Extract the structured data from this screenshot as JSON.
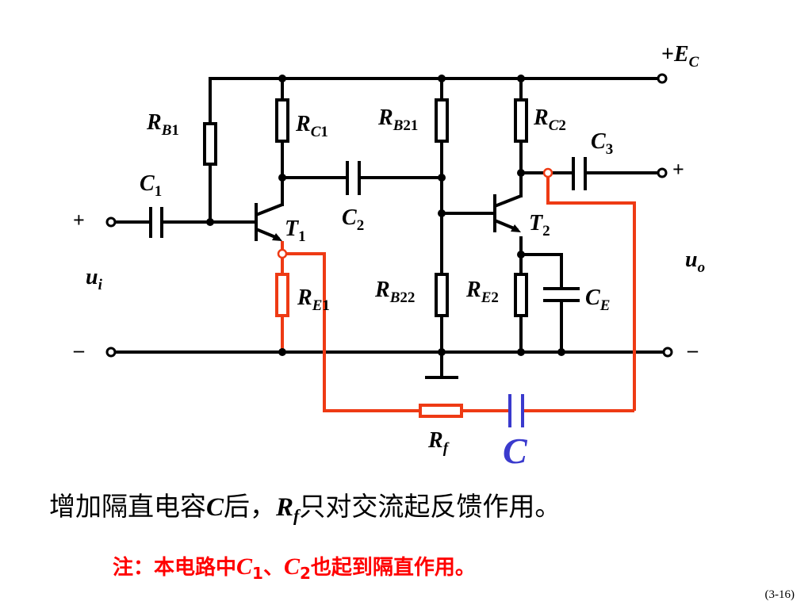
{
  "diagram": {
    "labels": {
      "ec_sign": "+",
      "ec_letter": "E",
      "ec_sub": "C",
      "rb1_letter": "R",
      "rb1_sub1": "B",
      "rb1_sub2": "1",
      "rc1_letter": "R",
      "rc1_sub1": "C",
      "rc1_sub2": "1",
      "rb21_letter": "R",
      "rb21_sub1": "B",
      "rb21_sub2": "21",
      "rc2_letter": "R",
      "rc2_sub1": "C",
      "rc2_sub2": "2",
      "c3_letter": "C",
      "c3_sub": "3",
      "c1_letter": "C",
      "c1_sub": "1",
      "c2_letter": "C",
      "c2_sub": "2",
      "t1_letter": "T",
      "t1_sub": "1",
      "t2_letter": "T",
      "t2_sub": "2",
      "re1_letter": "R",
      "re1_sub1": "E",
      "re1_sub2": "1",
      "rb22_letter": "R",
      "rb22_sub1": "B",
      "rb22_sub2": "22",
      "re2_letter": "R",
      "re2_sub1": "E",
      "re2_sub2": "2",
      "ce_letter": "C",
      "ce_sub": "E",
      "ui_letter": "u",
      "ui_sub": "i",
      "uo_letter": "u",
      "uo_sub": "o",
      "rf_letter": "R",
      "rf_sub": "f",
      "c_feedback": "C",
      "in_plus": "+",
      "in_minus": "–",
      "out_plus": "+",
      "out_minus": "–"
    }
  },
  "statement": {
    "part1": "增加隔直电容",
    "c": "C",
    "part2": "后，",
    "r": "R",
    "r_sub": "f",
    "part3": "只对交流起反馈作用。"
  },
  "note": {
    "part1": "注：本电路中",
    "c1": "C",
    "c1_sub": "1",
    "sep": "、",
    "c2": "C",
    "c2_sub": "2",
    "part2": "也起到隔直作用。"
  },
  "page_number": "(3-16)",
  "colors": {
    "circuit": "#000000",
    "feedback": "#ee3a14",
    "feedback_cap": "#3a3acd",
    "note": "#ff0000"
  }
}
